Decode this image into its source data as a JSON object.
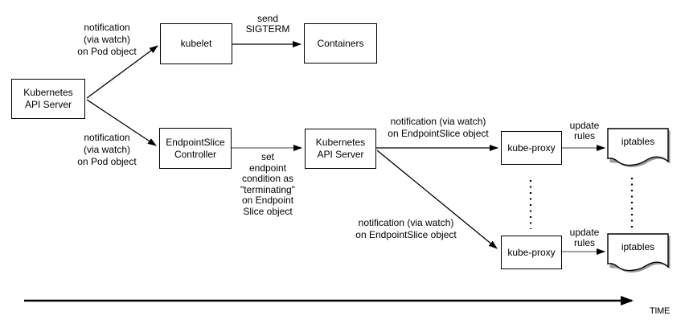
{
  "diagram": {
    "title_hint": "Kubernetes pod termination / EndpointSlice notification flow",
    "nodes": {
      "api_server_left": "Kubernetes\nAPI Server",
      "kubelet": "kubelet",
      "containers": "Containers",
      "endpointslice_controller": "EndpointSlice\nController",
      "api_server_mid": "Kubernetes\nAPI Server",
      "kube_proxy_top": "kube-proxy",
      "kube_proxy_bottom": "kube-proxy",
      "iptables_top": "iptables",
      "iptables_bottom": "iptables"
    },
    "edge_labels": {
      "notify_pod_top": "notification\n(via watch)\non Pod object",
      "notify_pod_bottom": "notification\n(via watch)\non Pod object",
      "send_sigterm": "send\nSIGTERM",
      "set_endpoint_condition": "set\nendpoint\ncondition as\n\"terminating\"\non Endpoint\nSlice object",
      "notify_endpointslice_top": "notification (via watch)\non EndpointSlice object",
      "notify_endpointslice_bottom": "notification (via watch)\non EndpointSlice object",
      "update_rules_top": "update\nrules",
      "update_rules_bottom": "update\nrules"
    },
    "timeline_label": "TIME",
    "colors": {
      "stroke": "#000000",
      "gray_edge": "#808080",
      "shadow": "#999999",
      "background": "#ffffff"
    }
  }
}
